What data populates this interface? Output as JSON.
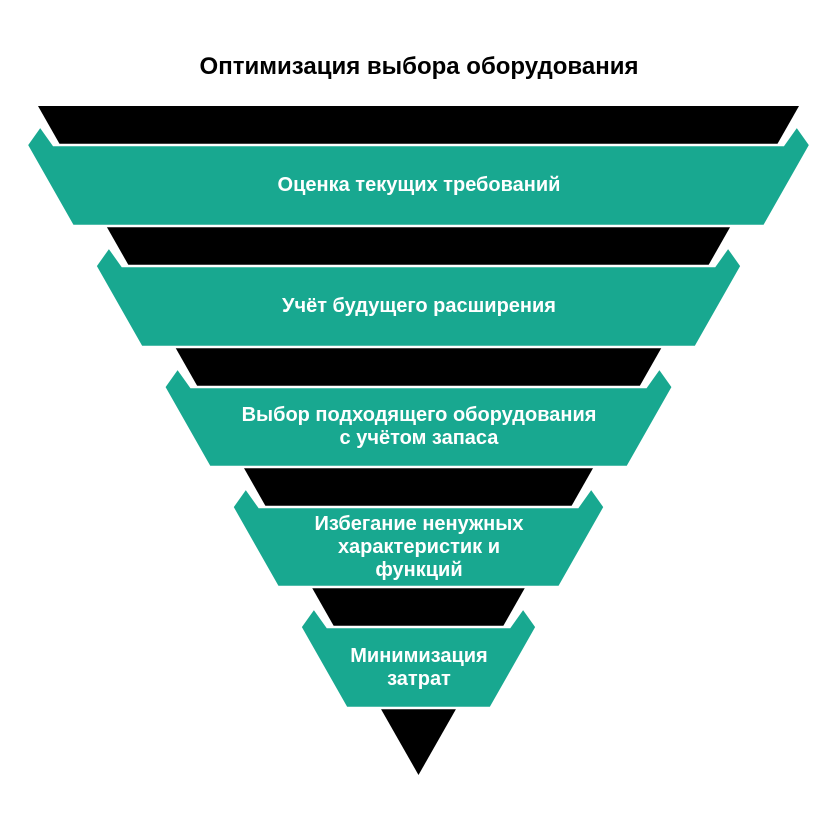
{
  "title": "Оптимизация выбора оборудования",
  "colors": {
    "segment": "#18a890",
    "pyramid": "#000000",
    "label_text": "#ffffff",
    "title_text": "#000000",
    "background": "#ffffff"
  },
  "funnel": {
    "type": "funnel",
    "direction": "top-wide-to-bottom-narrow",
    "steps": [
      {
        "order": 1,
        "label": "Оценка текущих требований"
      },
      {
        "order": 2,
        "label": "Учёт будущего расширения"
      },
      {
        "order": 3,
        "label": "Выбор подходящего оборудования\nс учётом запаса"
      },
      {
        "order": 4,
        "label": "Избегание ненужных\nхарактеристик и\nфункций"
      },
      {
        "order": 5,
        "label": "Минимизация\nзатрат"
      }
    ]
  }
}
